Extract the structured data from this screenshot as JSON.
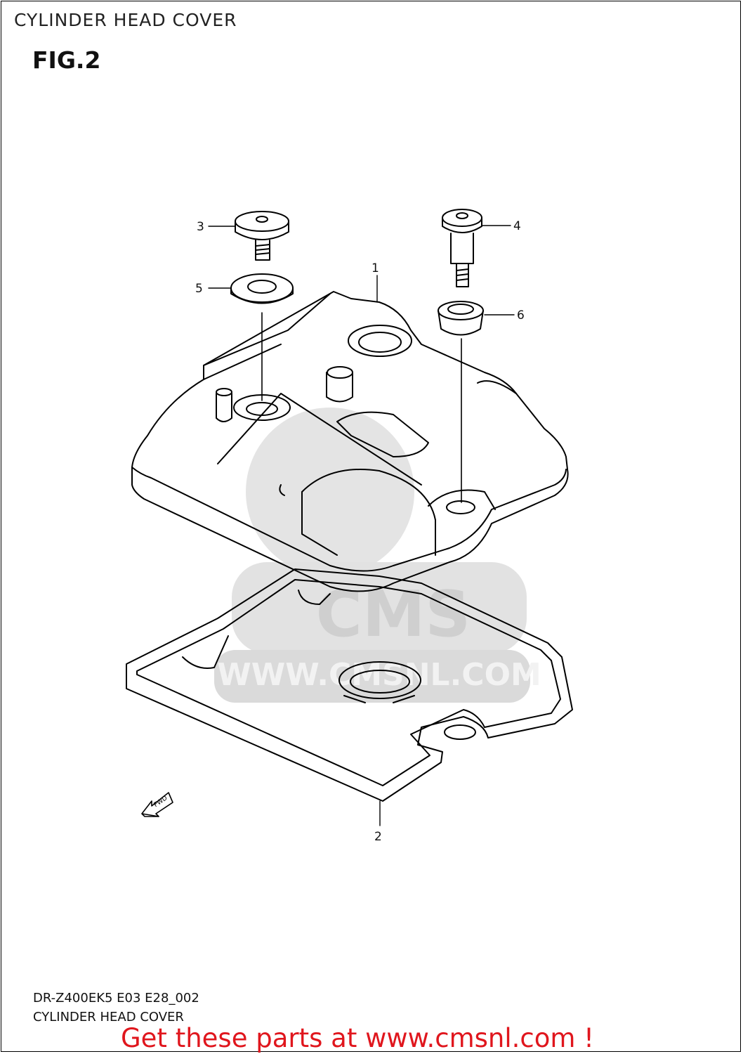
{
  "header": {
    "title": "CYLINDER HEAD COVER",
    "figure": "FIG.2"
  },
  "watermark": {
    "logo_text": "CMS",
    "url_text": "WWW.CMSNL.COM"
  },
  "callouts": [
    {
      "id": "3"
    },
    {
      "id": "4"
    },
    {
      "id": "1"
    },
    {
      "id": "5"
    },
    {
      "id": "6"
    },
    {
      "id": "2"
    }
  ],
  "direction_mark": "FWD",
  "footer": {
    "code": "DR-Z400EK5 E03 E28_002",
    "caption": "CYLINDER HEAD COVER",
    "promo": "Get these parts at www.cmsnl.com !"
  },
  "colors": {
    "promo": "#e0161d",
    "line": "#000000",
    "watermark": "#d9d9d9"
  }
}
